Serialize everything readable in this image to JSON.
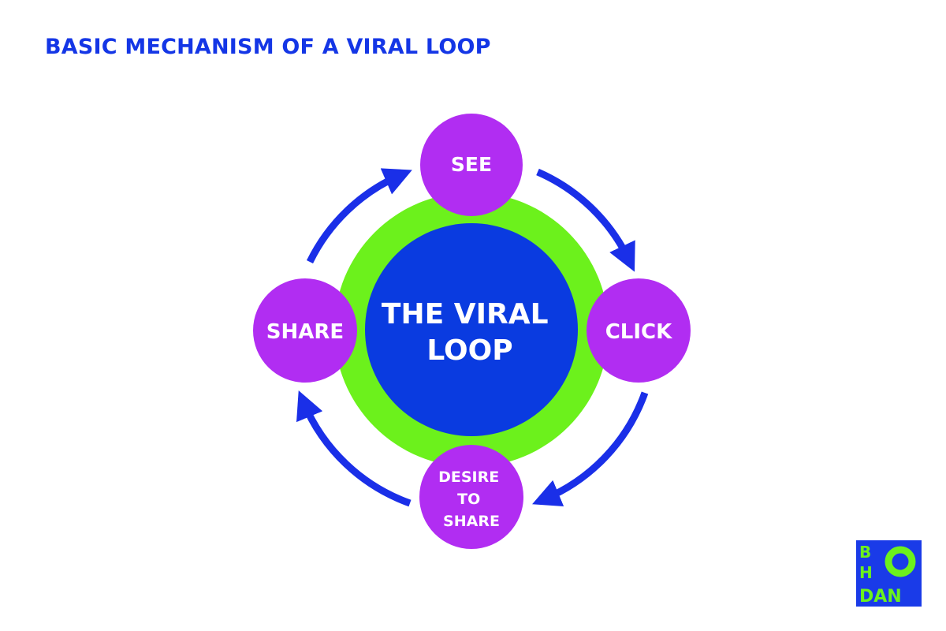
{
  "title": "BASIC MECHANISM OF A VIRAL LOOP",
  "center": {
    "lines": [
      "THE VIRAL",
      "LOOP"
    ]
  },
  "nodes": {
    "see": {
      "lines": [
        "SEE"
      ]
    },
    "click": {
      "lines": [
        "CLICK"
      ]
    },
    "desire": {
      "lines": [
        "DESIRE",
        "TO",
        "SHARE"
      ]
    },
    "share": {
      "lines": [
        "SHARE"
      ]
    }
  },
  "flow": [
    "SEE",
    "CLICK",
    "DESIRE TO SHARE",
    "SHARE"
  ],
  "logo": {
    "text": "BOHDAN"
  },
  "colors": {
    "title": "#1436e6",
    "arrow": "#1a2fe8",
    "ring": "#6cf11c",
    "core": "#0a3be0",
    "node": "#b12df2",
    "node_text": "#ffffff",
    "logo_bg": "#1a3be8",
    "logo_fg": "#6cf11c"
  }
}
